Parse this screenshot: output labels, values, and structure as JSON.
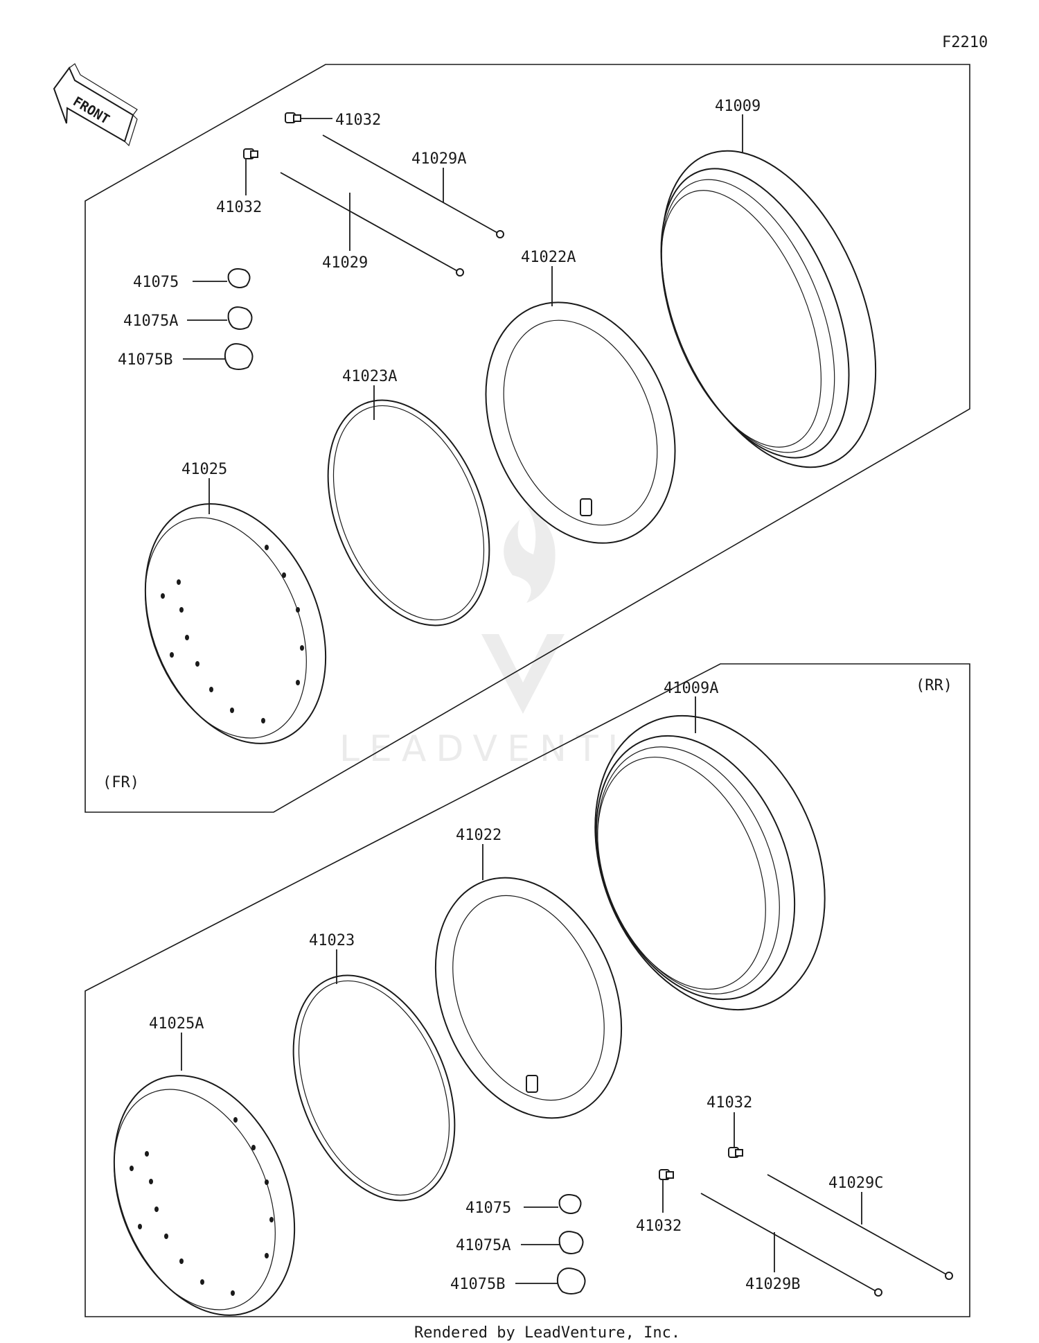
{
  "diagram_code": "F2210",
  "front_label": "FRONT",
  "footer": "Rendered by LeadVenture, Inc.",
  "watermark": "LEADVENTU",
  "front_section": {
    "tag": "(FR)",
    "parts": {
      "tire": "41009",
      "spoke_a": "41029A",
      "spoke": "41029",
      "nipple_top": "41032",
      "nipple_left": "41032",
      "tube": "41022A",
      "rim_band": "41023A",
      "rim": "41025",
      "balancer": "41075",
      "balancer_a": "41075A",
      "balancer_b": "41075B"
    }
  },
  "rear_section": {
    "tag": "(RR)",
    "parts": {
      "tire": "41009A",
      "tube": "41022",
      "rim_band": "41023",
      "rim": "41025A",
      "nipple_top": "41032",
      "nipple_left": "41032",
      "spoke_c": "41029C",
      "spoke_b": "41029B",
      "balancer": "41075",
      "balancer_a": "41075A",
      "balancer_b": "41075B"
    }
  },
  "icons": {
    "front_arrow": "front-arrow-icon",
    "watermark": "leadventure-logo-icon"
  }
}
